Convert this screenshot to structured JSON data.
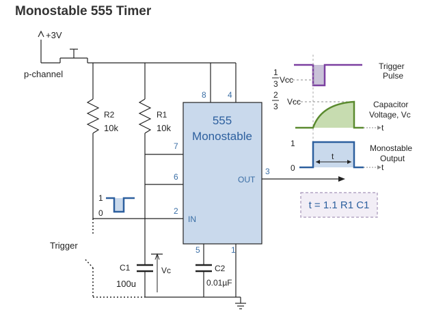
{
  "title": "Monostable 555 Timer",
  "supply": {
    "label": "+3V",
    "switch_label": "p-channel"
  },
  "ic": {
    "name": "555",
    "mode": "Monostable",
    "pins": {
      "p8": "8",
      "p4": "4",
      "p7": "7",
      "p6": "6",
      "p2": "2",
      "p3": "3",
      "p5": "5",
      "p1": "1"
    },
    "in_label": "IN",
    "out_label": "OUT"
  },
  "r2": {
    "name": "R2",
    "value": "10k"
  },
  "r1": {
    "name": "R1",
    "value": "10k"
  },
  "c1": {
    "name": "C1",
    "value": "100u"
  },
  "c2": {
    "name": "C2",
    "value": "0.01µF"
  },
  "vc_label": "Vc",
  "trigger": {
    "label": "Trigger",
    "high": "1",
    "low": "0"
  },
  "waveforms": {
    "one_third_num": "1",
    "one_third_den": "3",
    "vcc": "Vcc",
    "two_third_num": "2",
    "two_third_den": "3",
    "trigger_label_1": "Trigger",
    "trigger_label_2": "Pulse",
    "cap_label_1": "Capacitor",
    "cap_label_2": "Voltage, Vc",
    "out_label_1": "Monostable",
    "out_label_2": "Output",
    "t_axis": "t",
    "t_pulse": "t",
    "level_1": "1",
    "level_0": "0"
  },
  "formula": "t = 1.1 R1 C1",
  "colors": {
    "trigger": "#7b3fa0",
    "capacitor": "#5a8a2e",
    "output": "#2c5f9e",
    "chip_fill": "#c9d9ec"
  }
}
